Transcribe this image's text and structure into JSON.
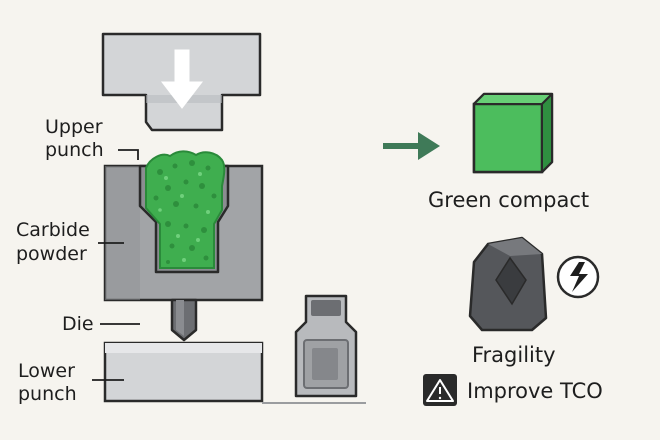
{
  "labels": {
    "upper_punch": [
      "Upper",
      "punch"
    ],
    "carbide_powder": [
      "Carbide",
      "powder"
    ],
    "die": "Die",
    "lower_punch": [
      "Lower",
      "punch"
    ],
    "green_compact": "Green compact",
    "fragility": "Fragility",
    "improve_tco": "Improve TCO"
  },
  "icons": {
    "press_direction": "down-arrow-icon",
    "flow": "right-arrow-icon",
    "crack": "lightning-crack-icon",
    "warning": "warning-triangle-icon"
  },
  "colors": {
    "green": "#3fae4f",
    "green_dark": "#2a8a3a",
    "arrow_green": "#3f7a58",
    "steel": "#cfd1d3",
    "steel_dark": "#8d9094",
    "die": "#9a9c9f",
    "outline": "#2a2a2a",
    "carbide": "#5a5c5f"
  }
}
